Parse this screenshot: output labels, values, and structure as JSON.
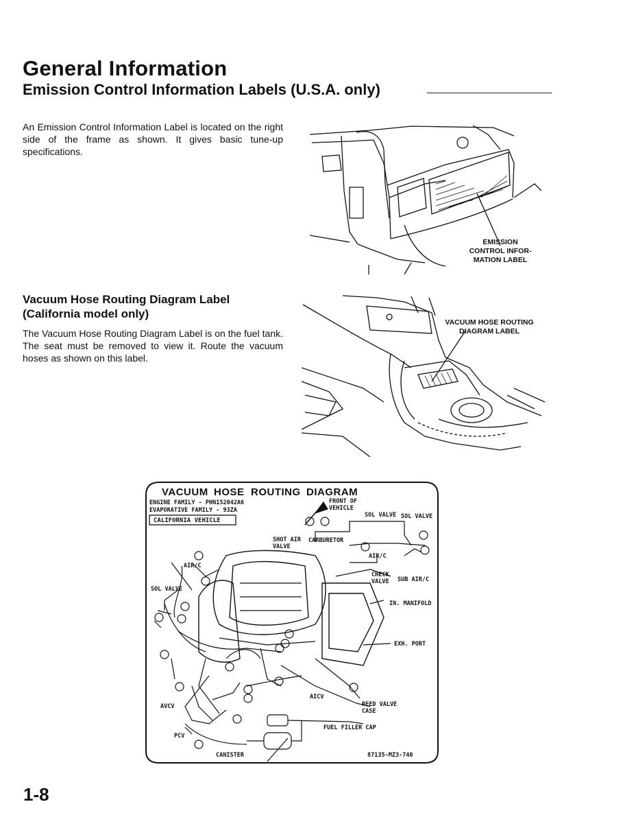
{
  "header": {
    "title": "General Information",
    "subtitle": "Emission Control Information Labels (U.S.A. only)"
  },
  "emission_section": {
    "paragraph": "An Emission Control Information Label is located on the right side of the frame as shown. It gives basic tune-up specifications.",
    "callout": "EMISSION\nCONTROL INFOR-\nMATION LABEL"
  },
  "vacuum_section": {
    "title": "Vacuum Hose Routing Diagram Label (California model only)",
    "paragraph": "The Vacuum Hose Routing Diagram Label is on the fuel tank. The seat must be removed to view it. Route the vacuum hoses as shown on this label.",
    "callout": "VACUUM HOSE ROUTING\nDIAGRAM LABEL"
  },
  "diagram": {
    "heading_1": "VACUUM",
    "heading_2": "HOSE",
    "heading_3": "ROUTING",
    "heading_4": "DIAGRAM",
    "engine_family": "ENGINE FAMILY - PHN152042A6",
    "evaporative_family": "EVAPORATIVE FAMILY - 93ZA",
    "california_box": "CALIFORNIA VEHICLE",
    "front_of_vehicle": "FRONT OF\nVEHICLE",
    "sol_valve_1": "SOL VALVE",
    "sol_valve_2": "SOL VALVE",
    "shot_air_valve": "SHOT AIR\nVALVE",
    "carburetor": "CARBURETOR",
    "air_c_top": "AIR/C",
    "air_c_left": "AIR/C",
    "sol_valve_left": "SOL VALVE",
    "check_valve": "CHECK\nVALVE",
    "sub_air_c": "SUB AIR/C",
    "in_manifold": "IN. MANIFOLD",
    "exh_port": "EXH. PORT",
    "aicv": "AICV",
    "avcv": "AVCV",
    "reed_valve_case": "REED VALVE\nCASE",
    "fuel_filler_cap": "FUEL FILLER CAP",
    "pcv": "PCV",
    "canister": "CANISTER",
    "part_number": "87135-MZ3-740"
  },
  "footer": {
    "page_number": "1-8"
  }
}
